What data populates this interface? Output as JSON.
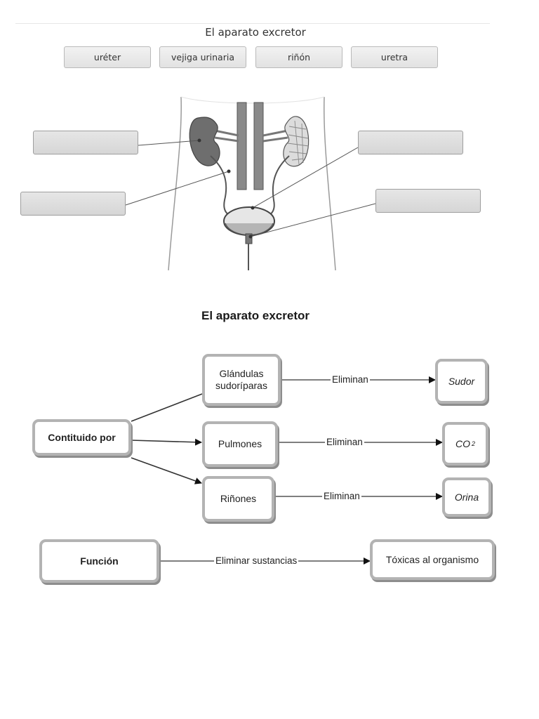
{
  "worksheet": {
    "title": "El aparato excretor",
    "word_bank": [
      "uréter",
      "vejiga urinaria",
      "riñón",
      "uretra"
    ]
  },
  "concept_map": {
    "title": "El aparato excretor",
    "root": "Contituido por",
    "organs": [
      {
        "name": "Glándulas sudoríparas",
        "connector": "Eliminan",
        "product": "Sudor"
      },
      {
        "name": "Pulmones",
        "connector": "Eliminan",
        "product": "CO",
        "product_sub": "2"
      },
      {
        "name": "Riñones",
        "connector": "Eliminan",
        "product": "Orina"
      }
    ],
    "function": {
      "label": "Función",
      "connector": "Eliminar sustancias",
      "result": "Tóxicas al organismo"
    }
  },
  "colors": {
    "box_border": "#b3b3b3",
    "box_shadow": "#8d8d8d",
    "slot_fill": "#dedede",
    "kidney": "#6e6e6e"
  }
}
